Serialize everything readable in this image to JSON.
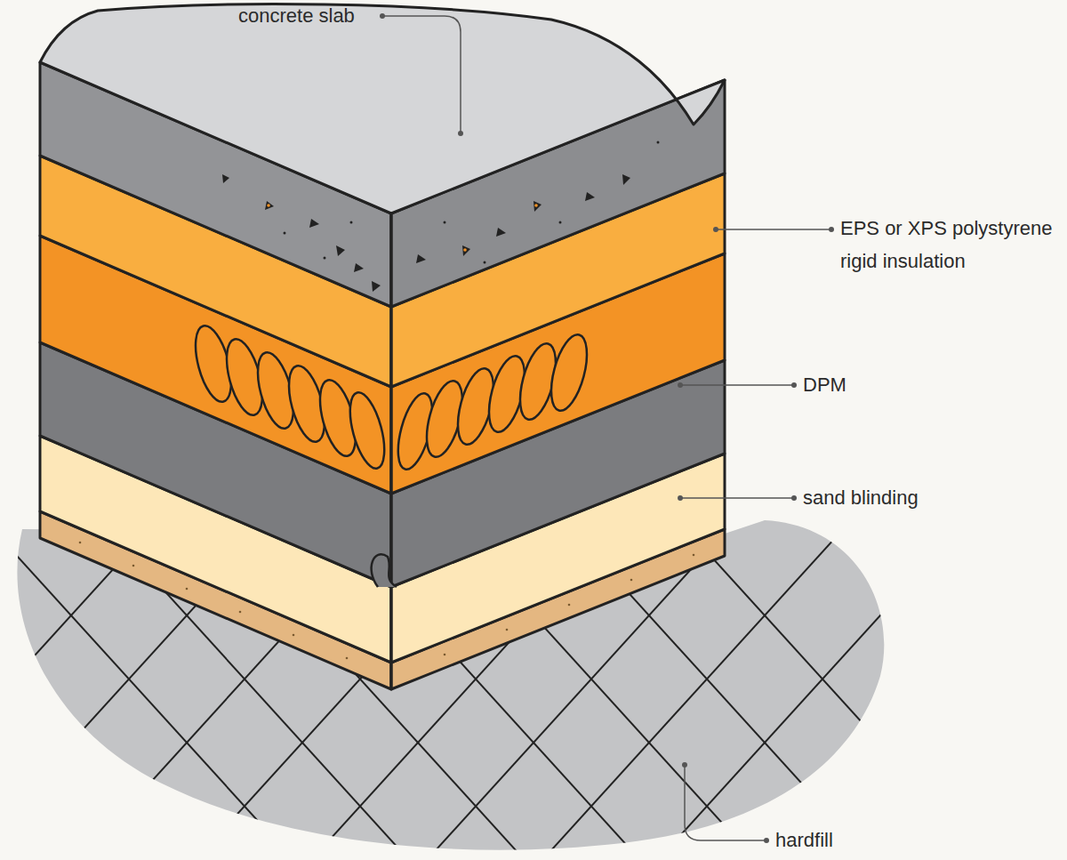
{
  "diagram": {
    "labels": [
      "concrete slab",
      "EPS or XPS polystyrene rigid insulation",
      "DPM",
      "sand blinding",
      "hardfill"
    ]
  }
}
